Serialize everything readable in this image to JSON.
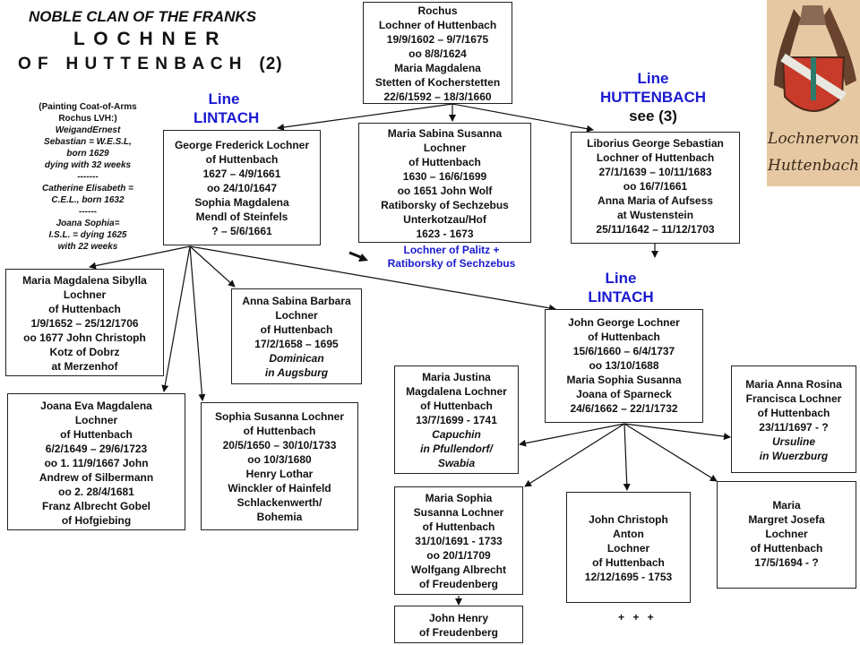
{
  "title": {
    "line1": "NOBLE CLAN OF THE FRANKS",
    "line2": "L O C H N E R",
    "line3": "O F   H U T T E N B A C H   (2)"
  },
  "note": [
    {
      "text": "(Painting Coat-of-Arms",
      "italic": false
    },
    {
      "text": "Rochus LVH:)",
      "italic": false
    },
    {
      "text": "WeigandErnest",
      "italic": true
    },
    {
      "text": "Sebastian = W.E.S.L,",
      "italic": true
    },
    {
      "text": "born 1629",
      "italic": true
    },
    {
      "text": "dying with 32 weeks",
      "italic": true
    },
    {
      "text": "-------",
      "italic": false
    },
    {
      "text": "Catherine Elisabeth =",
      "italic": true
    },
    {
      "text": "C.E.L., born 1632",
      "italic": true
    },
    {
      "text": "------",
      "italic": false
    },
    {
      "text": "Joana Sophia=",
      "italic": true
    },
    {
      "text": "I.S.L. = dying 1625",
      "italic": true
    },
    {
      "text": "with 22 weeks",
      "italic": true
    }
  ],
  "line_labels": {
    "lintach_top": [
      "Line",
      "LINTACH"
    ],
    "huttenbach": [
      "Line",
      "HUTTENBACH"
    ],
    "see3": "see (3)",
    "lintach_mid": [
      "Line",
      "LINTACH"
    ]
  },
  "annotation": [
    "Lochner of Palitz +",
    "Ratiborsky  of  Sechzebus"
  ],
  "plus": "+ + +",
  "coat_of_arms_caption": "Lochner von Huttenbach",
  "boxes": {
    "rochus": [
      {
        "t": "Rochus"
      },
      {
        "t": "Lochner of Huttenbach"
      },
      {
        "t": "19/9/1602 – 9/7/1675"
      },
      {
        "t": "oo 8/8/1624"
      },
      {
        "t": "Maria Magdalena"
      },
      {
        "t": "Stetten of Kocherstetten"
      },
      {
        "t": "22/6/1592 – 18/3/1660"
      }
    ],
    "george": [
      {
        "t": "George Frederick Lochner"
      },
      {
        "t": "of Huttenbach"
      },
      {
        "t": "1627  – 4/9/1661"
      },
      {
        "t": "oo 24/10/1647"
      },
      {
        "t": "Sophia Magdalena"
      },
      {
        "t": "Mendl of Steinfels"
      },
      {
        "t": "? – 5/6/1661"
      }
    ],
    "sabina": [
      {
        "t": "Maria Sabina Susanna"
      },
      {
        "t": "Lochner"
      },
      {
        "t": "of Huttenbach"
      },
      {
        "t": "1630 – 16/6/1699"
      },
      {
        "t": "oo 1651 John Wolf"
      },
      {
        "t": "Ratiborsky of  Sechzebus"
      },
      {
        "t": "Unterkotzau/Hof"
      },
      {
        "t": "1623  - 1673"
      }
    ],
    "liborius": [
      {
        "t": "Liborius George Sebastian"
      },
      {
        "t": "Lochner of Huttenbach"
      },
      {
        "t": "27/1/1639 – 10/11/1683"
      },
      {
        "t": "oo 16/7/1661"
      },
      {
        "t": "Anna Maria of Aufsess"
      },
      {
        "t": "at Wustenstein"
      },
      {
        "t": "25/11/1642 – 11/12/1703"
      }
    ],
    "sibylla": [
      {
        "t": "Maria Magdalena Sibylla"
      },
      {
        "t": "Lochner"
      },
      {
        "t": "of Huttenbach"
      },
      {
        "t": "1/9/1652 – 25/12/1706"
      },
      {
        "t": "oo 1677 John Christoph"
      },
      {
        "t": "Kotz of Dobrz"
      },
      {
        "t": "at Merzenhof"
      }
    ],
    "anna_sabina": [
      {
        "t": "Anna Sabina Barbara"
      },
      {
        "t": "Lochner"
      },
      {
        "t": "of Huttenbach"
      },
      {
        "t": "17/2/1658 – 1695"
      },
      {
        "t": "Dominican",
        "i": true
      },
      {
        "t": "in Augsburg",
        "i": true
      }
    ],
    "john_george": [
      {
        "t": "John George Lochner"
      },
      {
        "t": "of Huttenbach"
      },
      {
        "t": "15/6/1660 – 6/4/1737"
      },
      {
        "t": "oo 13/10/1688"
      },
      {
        "t": "Maria Sophia Susanna"
      },
      {
        "t": "Joana of Sparneck"
      },
      {
        "t": "24/6/1662 – 22/1/1732"
      }
    ],
    "joana_eva": [
      {
        "t": "Joana Eva Magdalena"
      },
      {
        "t": "Lochner"
      },
      {
        "t": "of Huttenbach"
      },
      {
        "t": "6/2/1649 – 29/6/1723"
      },
      {
        "t": "oo 1. 11/9/1667 John"
      },
      {
        "t": "Andrew of Silbermann"
      },
      {
        "t": "oo 2.    28/4/1681"
      },
      {
        "t": "Franz Albrecht Gobel"
      },
      {
        "t": "of Hofgiebing"
      }
    ],
    "sophia_susanna": [
      {
        "t": "Sophia Susanna Lochner"
      },
      {
        "t": "of Huttenbach"
      },
      {
        "t": "20/5/1650 – 30/10/1733"
      },
      {
        "t": "oo 10/3/1680"
      },
      {
        "t": "Henry Lothar"
      },
      {
        "t": "Winckler of Hainfeld"
      },
      {
        "t": "Schlackenwerth/"
      },
      {
        "t": "Bohemia"
      }
    ],
    "justina": [
      {
        "t": "Maria Justina"
      },
      {
        "t": "Magdalena Lochner"
      },
      {
        "t": "of Huttenbach"
      },
      {
        "t": "13/7/1699 - 1741"
      },
      {
        "t": "Capuchin",
        "i": true
      },
      {
        "t": "in Pfullendorf/",
        "i": true
      },
      {
        "t": "Swabia",
        "i": true
      }
    ],
    "anna_rosina": [
      {
        "t": "Maria Anna Rosina"
      },
      {
        "t": "Francisca Lochner"
      },
      {
        "t": "of Huttenbach"
      },
      {
        "t": "23/11/1697 - ?"
      },
      {
        "t": "Ursuline",
        "i": true
      },
      {
        "t": "in Wuerzburg",
        "i": true
      }
    ],
    "maria_sophia": [
      {
        "t": "Maria Sophia"
      },
      {
        "t": "Susanna Lochner"
      },
      {
        "t": "of Huttenbach"
      },
      {
        "t": "31/10/1691  - 1733"
      },
      {
        "t": "oo 20/1/1709"
      },
      {
        "t": "Wolfgang Albrecht"
      },
      {
        "t": "of Freudenberg"
      }
    ],
    "john_christoph": [
      {
        "t": "John Christoph"
      },
      {
        "t": "Anton"
      },
      {
        "t": "Lochner"
      },
      {
        "t": "of Huttenbach"
      },
      {
        "t": "12/12/1695  - 1753"
      }
    ],
    "margret": [
      {
        "t": "Maria"
      },
      {
        "t": "Margret Josefa"
      },
      {
        "t": "Lochner"
      },
      {
        "t": "of Huttenbach"
      },
      {
        "t": "17/5/1694 - ?"
      }
    ],
    "john_henry": [
      {
        "t": "John Henry"
      },
      {
        "t": "of Freudenberg"
      }
    ]
  },
  "colors": {
    "line_label": "#1a1ad0",
    "border": "#222222",
    "text": "#111111"
  }
}
